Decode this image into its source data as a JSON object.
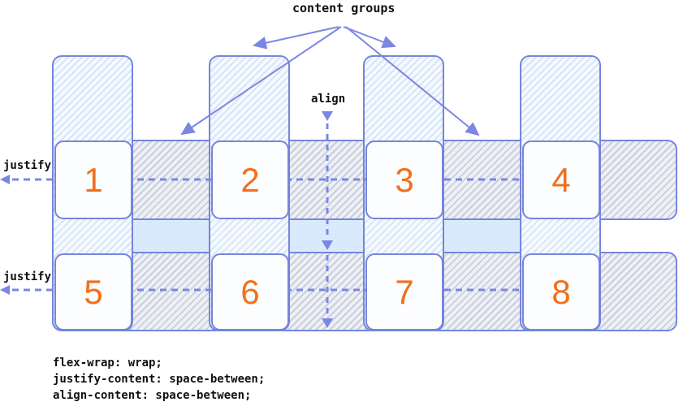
{
  "title": "content groups",
  "labels": {
    "align": "align",
    "justify_row1": "justify",
    "justify_row2": "justify"
  },
  "items": {
    "row1": [
      "1",
      "2",
      "3",
      "4"
    ],
    "row2": [
      "5",
      "6",
      "7",
      "8"
    ]
  },
  "code_lines": [
    "flex-wrap: wrap;",
    "justify-content: space-between;",
    "align-content: space-between;"
  ],
  "colors": {
    "accent": "#7585dc",
    "arrow": "#7b87e2",
    "item_number": "#f26f1d",
    "item_fill": "#fcfdff",
    "column_stripe": "#d7e5f8",
    "column_bg": "#f5faff",
    "row_stripe": "#c9cfdc",
    "row_bg": "#eef0f5",
    "gap_fill": "#d9eafc",
    "text": "#111111"
  }
}
